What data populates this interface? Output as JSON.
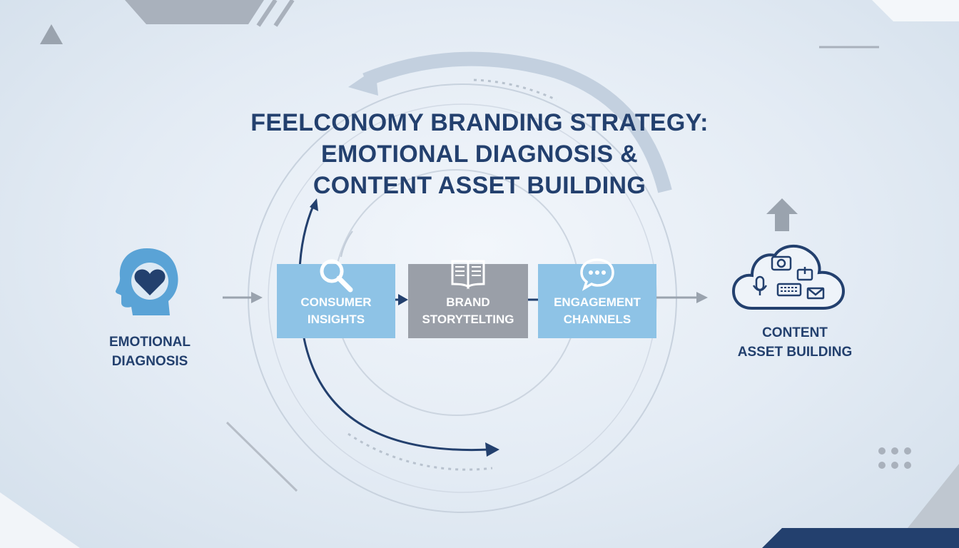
{
  "title": {
    "line1": "FEELCONOMY BRANDING STRATEGY:",
    "line2": "EMOTIONAL DIAGNOSIS &",
    "line3": "CONTENT ASSET BUILDING"
  },
  "left_node": {
    "label_line1": "EMOTIONAL",
    "label_line2": "DIAGNOSIS",
    "icon": "head-heart-icon"
  },
  "steps": [
    {
      "label_line1": "CONSUMER",
      "label_line2": "INSIGHTS",
      "icon": "magnifier-icon"
    },
    {
      "label_line1": "BRAND",
      "label_line2": "STORYTELTING",
      "icon": "open-book-icon"
    },
    {
      "label_line1": "ENGAGEMENT",
      "label_line2": "CHANNELS",
      "icon": "chat-bubble-icon"
    }
  ],
  "right_node": {
    "label_line1": "CONTENT",
    "label_line2": "ASSET BUILDING",
    "icon": "cloud-media-icon"
  },
  "colors": {
    "navy": "#23406e",
    "light_blue_box": "#8ec3e6",
    "gray_box": "#9a9fa8",
    "icon_blue": "#5aa3d6"
  }
}
